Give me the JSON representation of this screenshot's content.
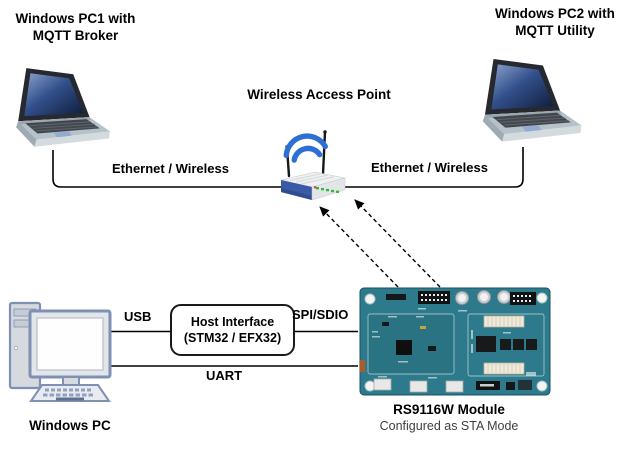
{
  "nodes": {
    "pc1": {
      "line1": "Windows PC1 with",
      "line2": "MQTT Broker"
    },
    "pc2": {
      "line1": "Windows PC2 with",
      "line2": "MQTT Utility"
    },
    "access_point": {
      "label": "Wireless Access Point"
    },
    "windows_pc": {
      "label": "Windows PC"
    },
    "host_interface": {
      "line1": "Host Interface",
      "line2": "(STM32 / EFX32)"
    },
    "rs9116w": {
      "title": "RS9116W Module",
      "subtitle": "Configured as STA Mode"
    }
  },
  "links": {
    "pc1_to_ap": {
      "label": "Ethernet / Wireless",
      "style": "solid"
    },
    "ap_to_pc2": {
      "label": "Ethernet / Wireless",
      "style": "solid"
    },
    "pc_to_host": {
      "label": "USB",
      "style": "solid"
    },
    "host_to_module": {
      "label": "SPI/SDIO",
      "style": "solid"
    },
    "pc_to_module": {
      "label": "UART",
      "style": "solid"
    },
    "module_to_ap": {
      "style": "dashed-arrow",
      "arrow_count": 2
    }
  },
  "icons": {
    "pc1": "laptop-icon",
    "pc2": "laptop-icon",
    "access_point": "wireless-router-icon",
    "windows_pc": "desktop-computer-icon",
    "rs9116w": "pcb-board-icon"
  },
  "colors": {
    "line": "#000000",
    "wifi_arc_blue": "#2e6fd6",
    "ap_front_blue": "#3b5aa6",
    "led_green": "#37b83c",
    "board_teal": "#2c7a8b",
    "laptop_screen_navy": "#33508c",
    "monitor_frame_blue_gray": "#7f90b4"
  }
}
